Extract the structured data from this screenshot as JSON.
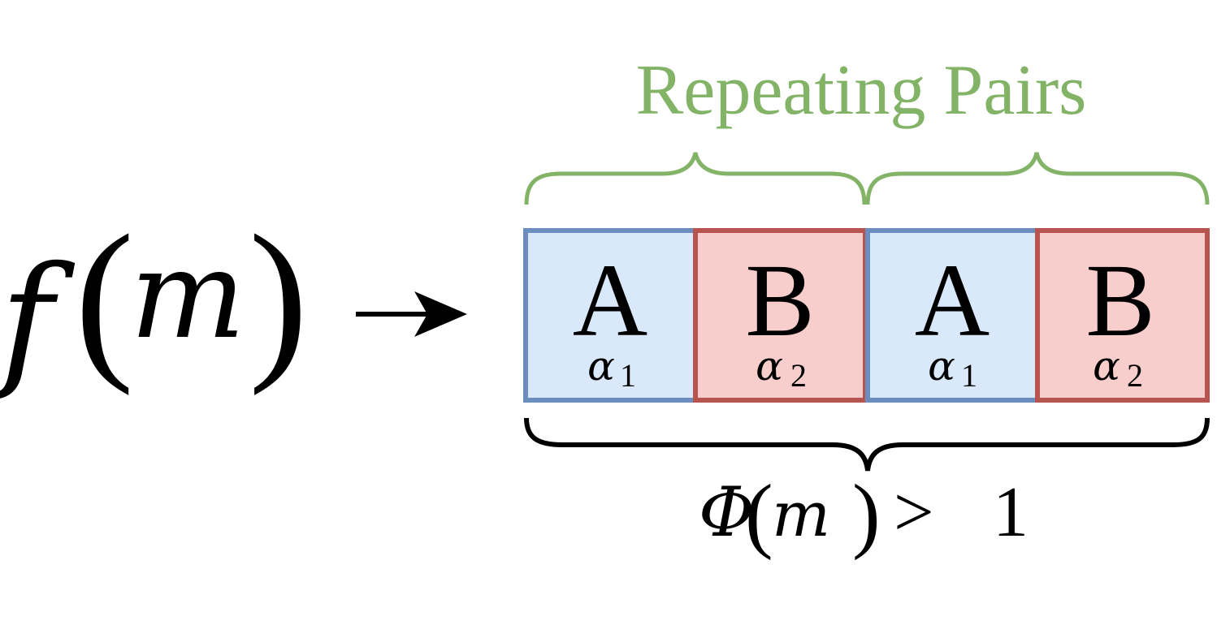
{
  "function_label": {
    "f": "f",
    "open_paren": "(",
    "m": "m",
    "close_paren": ")"
  },
  "arrow_symbol": "→",
  "top_brace_label": "Repeating Pairs",
  "cells": [
    {
      "letter": "A",
      "greek": "α",
      "subscript": "1",
      "fill": "#dae8fc",
      "stroke": "#6c8ebf"
    },
    {
      "letter": "B",
      "greek": "α",
      "subscript": "2",
      "fill": "#f8cecc",
      "stroke": "#b85450"
    },
    {
      "letter": "A",
      "greek": "α",
      "subscript": "1",
      "fill": "#dae8fc",
      "stroke": "#6c8ebf"
    },
    {
      "letter": "B",
      "greek": "α",
      "subscript": "2",
      "fill": "#f8cecc",
      "stroke": "#b85450"
    }
  ],
  "bottom_label": {
    "phi": "Φ",
    "open_paren": "(",
    "m": "m",
    "close_paren": ")",
    "comparison": ">",
    "value": "1"
  },
  "colors": {
    "green_brace": "#82b366",
    "black": "#000000"
  }
}
